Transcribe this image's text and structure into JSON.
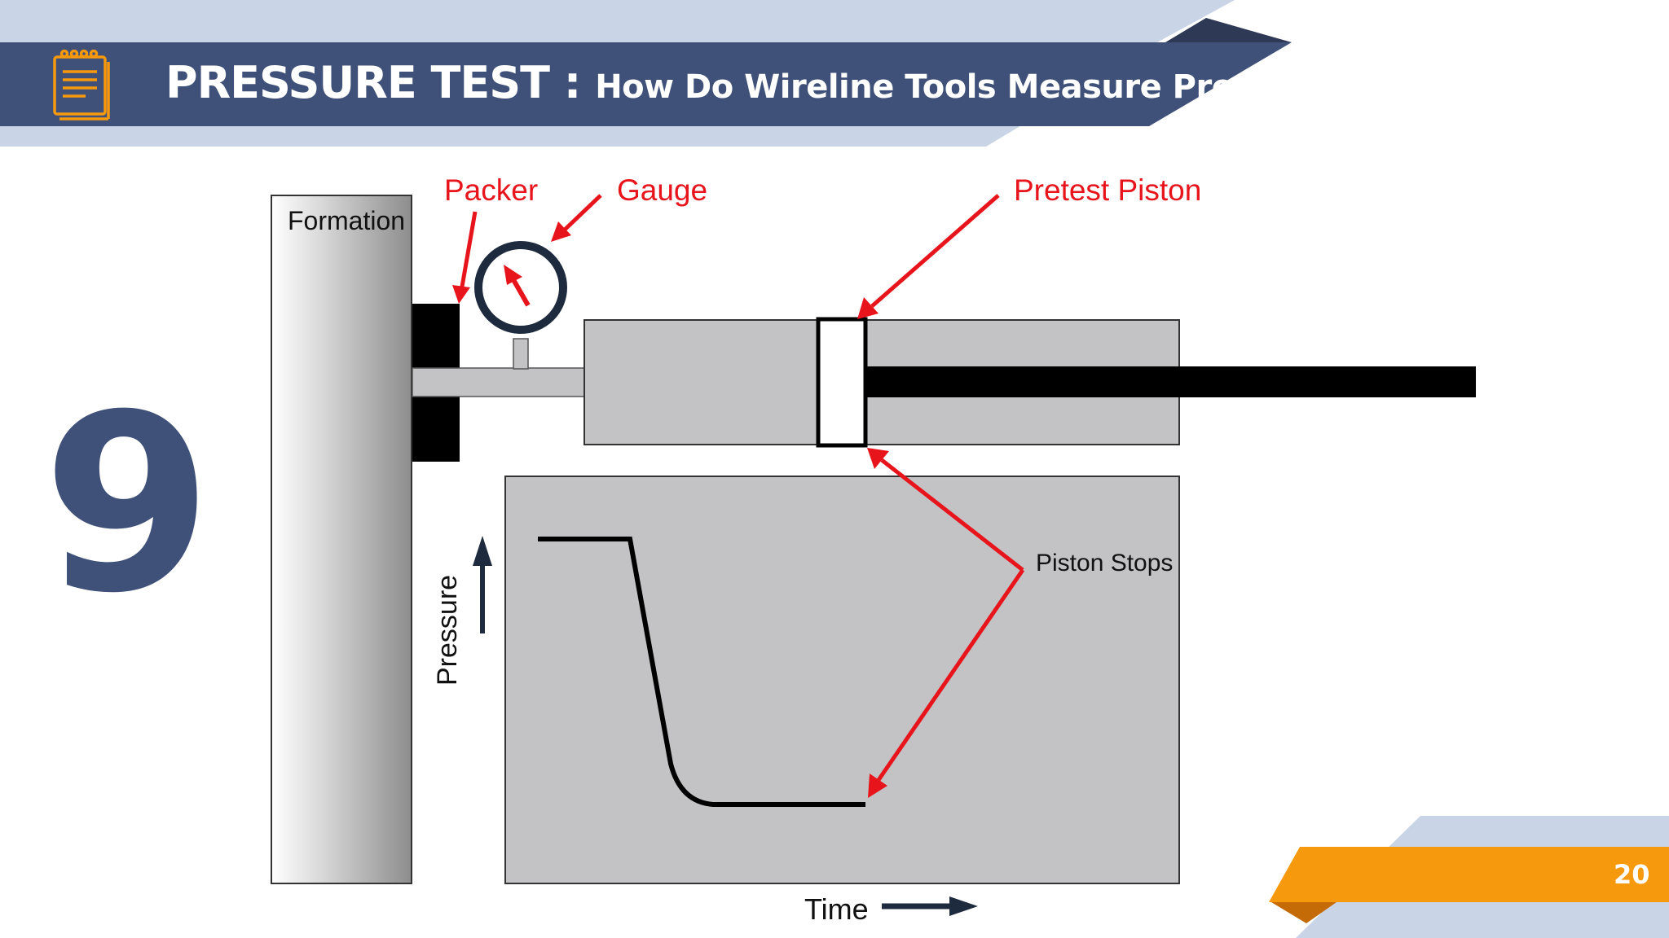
{
  "title": {
    "main": "PRESSURE TEST :",
    "sub": "How Do Wireline Tools Measure Pressure"
  },
  "step_number": "9",
  "page_number": "20",
  "labels": {
    "formation": "Formation",
    "packer": "Packer",
    "gauge": "Gauge",
    "pretest_piston": "Pretest Piston",
    "piston_stops": "Piston Stops",
    "pressure_axis": "Pressure",
    "time_axis": "Time"
  },
  "colors": {
    "header_navy": "#3f5179",
    "light_band": "#c9d4e6",
    "orange_accent": "#f7990c",
    "annotation_red": "#e8141b",
    "tool_gray": "#c3c3c5"
  },
  "icons": {
    "header": "notepad-icon"
  }
}
